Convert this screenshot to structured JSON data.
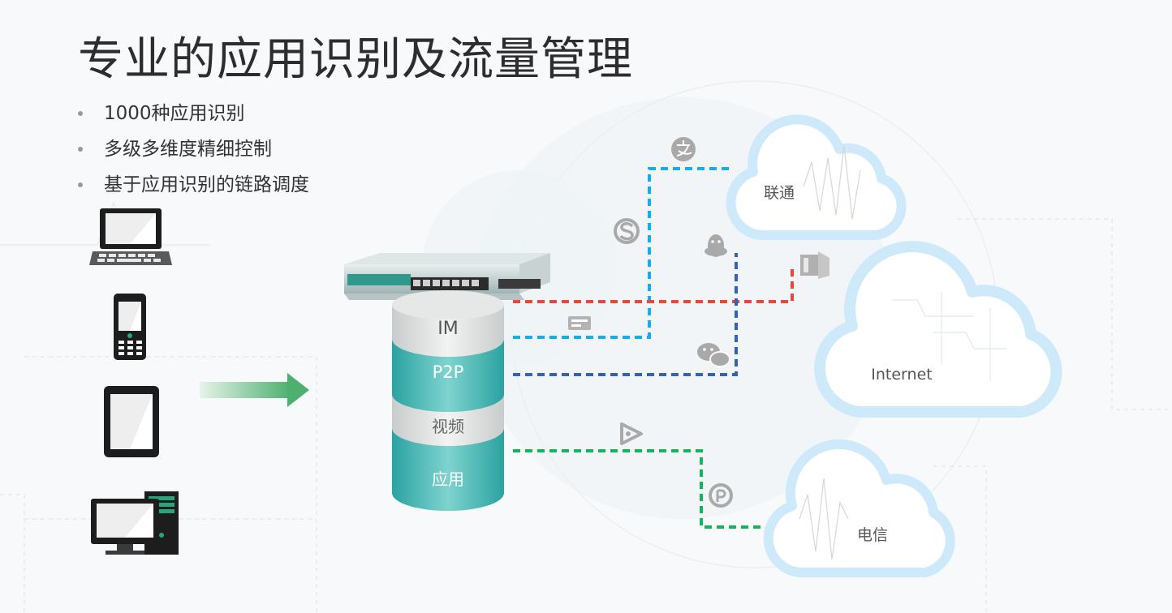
{
  "title": "专业的应用识别及流量管理",
  "bullets": [
    "1000种应用识别",
    "多级多维度精细控制",
    "基于应用识别的链路调度"
  ],
  "devices": [
    {
      "name": "laptop-icon"
    },
    {
      "name": "mobile-phone-icon"
    },
    {
      "name": "tablet-icon"
    },
    {
      "name": "desktop-computer-icon"
    }
  ],
  "stack_layers": [
    "IM",
    "P2P",
    "视频",
    "应用"
  ],
  "clouds": {
    "unicom": "联通",
    "internet": "Internet",
    "telecom": "电信"
  },
  "colors": {
    "red_link": "#e8473a",
    "cyan_link": "#1aace6",
    "blue_link": "#2f64b8",
    "green_link": "#13b45a",
    "cloud_border": "#cde9fa",
    "layer_gray": "#d9dcdc",
    "layer_teal": "#3bb0ad",
    "arrow_green": "#4eb06f"
  },
  "app_icons": [
    "alipay-icon",
    "sogou-icon",
    "qq-penguin-icon",
    "firewall-icon",
    "wechat-icon",
    "im-card-icon",
    "video-play-icon",
    "pptv-icon"
  ]
}
